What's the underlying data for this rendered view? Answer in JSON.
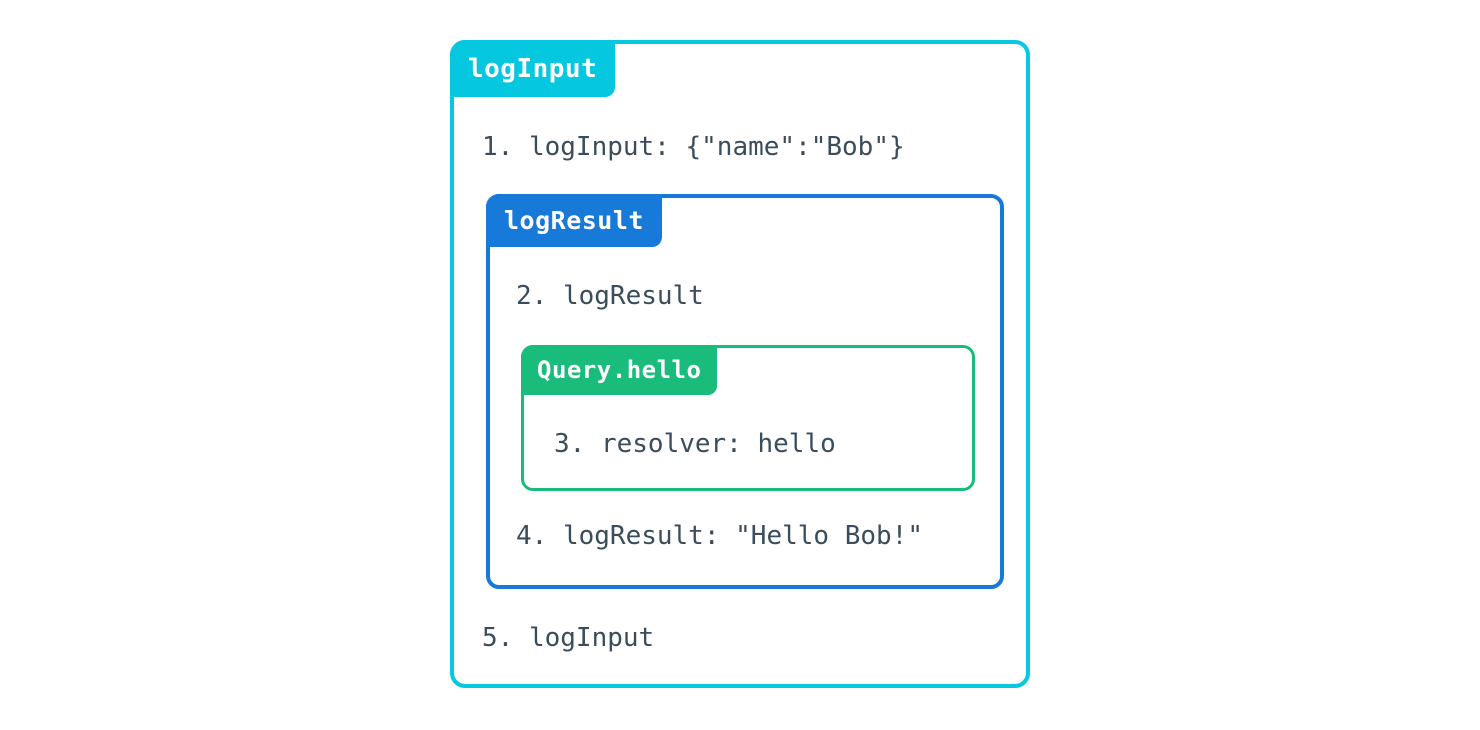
{
  "diagram": {
    "type": "nested-trace-boxes",
    "description": "GraphQL middleware execution trace with nested scopes",
    "colors": {
      "outer": "#06c7e0",
      "middle": "#1779d8",
      "inner": "#1abc7b",
      "text": "#3b4d5c",
      "badge_text": "#ffffff",
      "background": "#ffffff"
    },
    "outer": {
      "badge_label": "logInput",
      "lines": {
        "first": "1. logInput: {\"name\":\"Bob\"}",
        "last": "5. logInput"
      },
      "middle": {
        "badge_label": "logResult",
        "lines": {
          "first": "2. logResult",
          "last": "4. logResult: \"Hello Bob!\""
        },
        "inner": {
          "badge_label": "Query.hello",
          "lines": {
            "first": "3. resolver: hello"
          }
        }
      }
    }
  }
}
